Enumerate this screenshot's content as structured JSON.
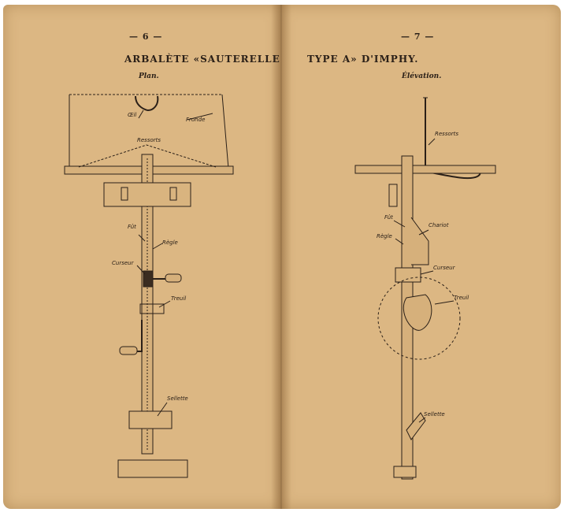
{
  "left_page": {
    "page_number": "— 6 —",
    "title": "ARBALÈTE «SAUTERELLE",
    "view_label": "Plan.",
    "labels": {
      "oeil": "Œil",
      "fronde": "Fronde",
      "ressorts": "Ressorts",
      "fut": "Fût",
      "regle": "Règle",
      "curseur": "Curseur",
      "treuil": "Treuil",
      "sellette": "Sellette"
    }
  },
  "right_page": {
    "page_number": "— 7 —",
    "title": "TYPE A» D'IMPHY.",
    "view_label": "Élévation.",
    "labels": {
      "ressorts": "Ressorts",
      "fut": "Fût",
      "chariot": "Chariot",
      "regle": "Règle",
      "curseur": "Curseur",
      "treuil": "Treuil",
      "sellette": "Sellette"
    }
  },
  "colors": {
    "paper": "#dcb783",
    "ink": "#2b2018"
  }
}
